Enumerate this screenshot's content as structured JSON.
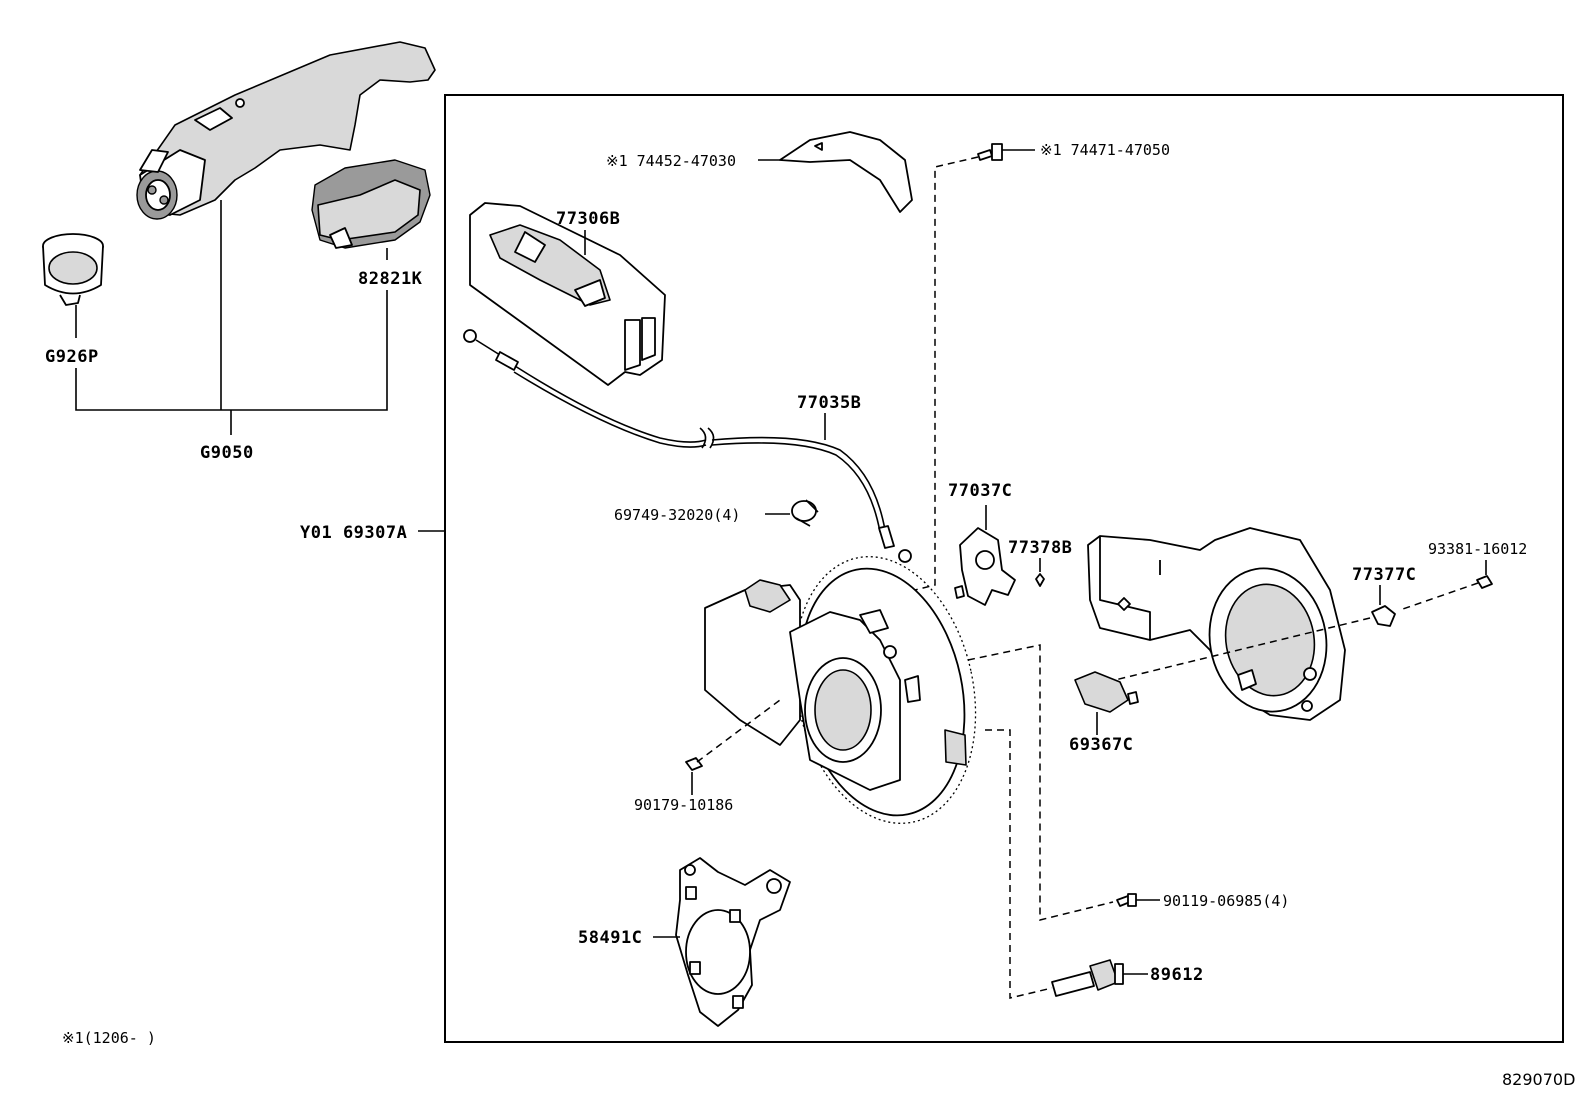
{
  "labels": {
    "g926p": "G926P",
    "g9050": "G9050",
    "p82821k": "82821K",
    "y01": "Y01 69307A",
    "p74452": "※1 74452-47030",
    "p74471": "※1 74471-47050",
    "p77306b": "77306B",
    "p77035b": "77035B",
    "p69749": "69749-32020(4)",
    "p77037c": "77037C",
    "p77378b": "77378B",
    "p93381": "93381-16012",
    "p77377c": "77377C",
    "p69367c": "69367C",
    "p90179": "90179-10186",
    "p90119": "90119-06985(4)",
    "p89612": "89612",
    "p58491c": "58491C"
  },
  "footnote": "※1(1206-     )",
  "drawing_code": "829070D"
}
